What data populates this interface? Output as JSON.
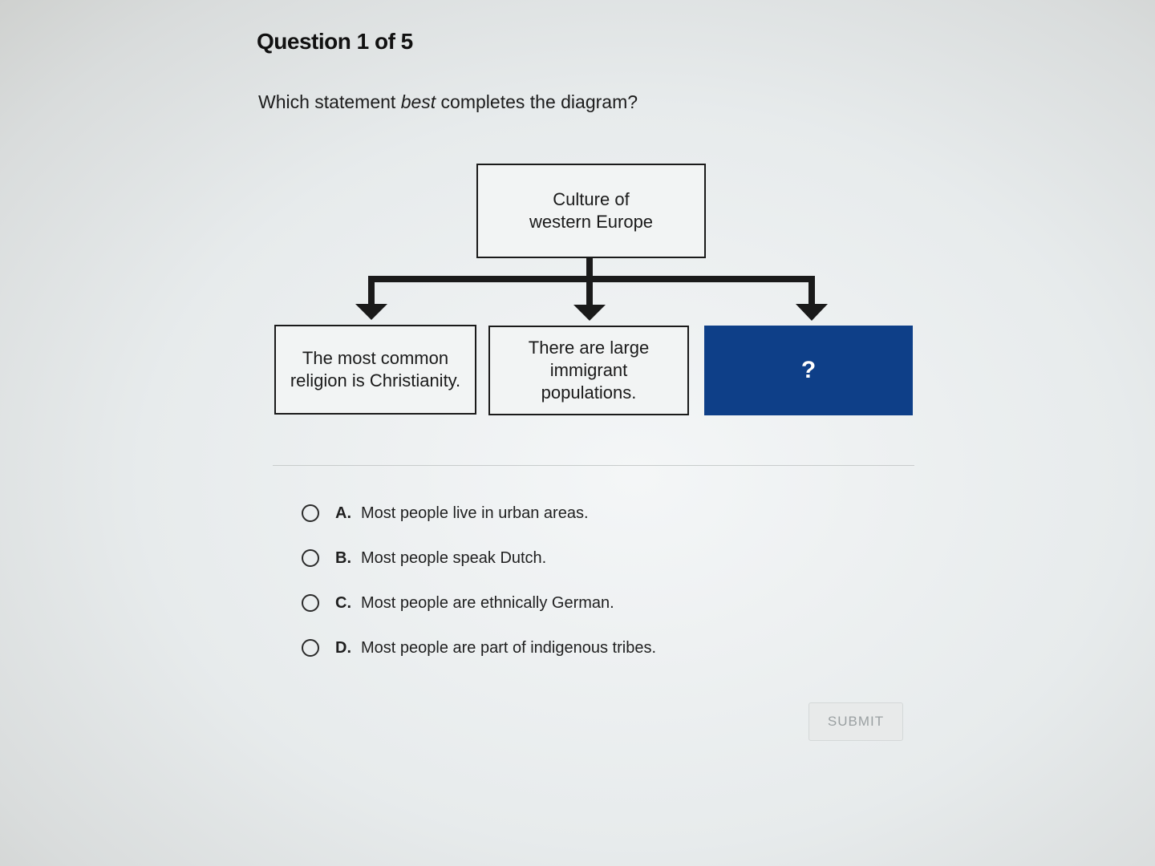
{
  "question": {
    "number_label": "Question 1 of 5",
    "prompt_before": "Which statement ",
    "prompt_emphasis": "best",
    "prompt_after": " completes the diagram?"
  },
  "diagram": {
    "top_box": "Culture of western Europe",
    "top_box_line1": "Culture of",
    "top_box_line2": "western Europe",
    "child_boxes": [
      {
        "line1": "The most common",
        "line2": "religion is Christianity."
      },
      {
        "line1": "There are large",
        "line2": "immigrant",
        "line3": "populations."
      },
      {
        "text": "?"
      }
    ],
    "colors": {
      "unknown_box": "#0e3f88",
      "lines": "#1a1a1a"
    }
  },
  "options": [
    {
      "letter": "A.",
      "text": "Most people live in urban areas."
    },
    {
      "letter": "B.",
      "text": "Most people speak Dutch."
    },
    {
      "letter": "C.",
      "text": "Most people are ethnically German."
    },
    {
      "letter": "D.",
      "text": "Most people are part of indigenous tribes."
    }
  ],
  "submit_label": "SUBMIT"
}
